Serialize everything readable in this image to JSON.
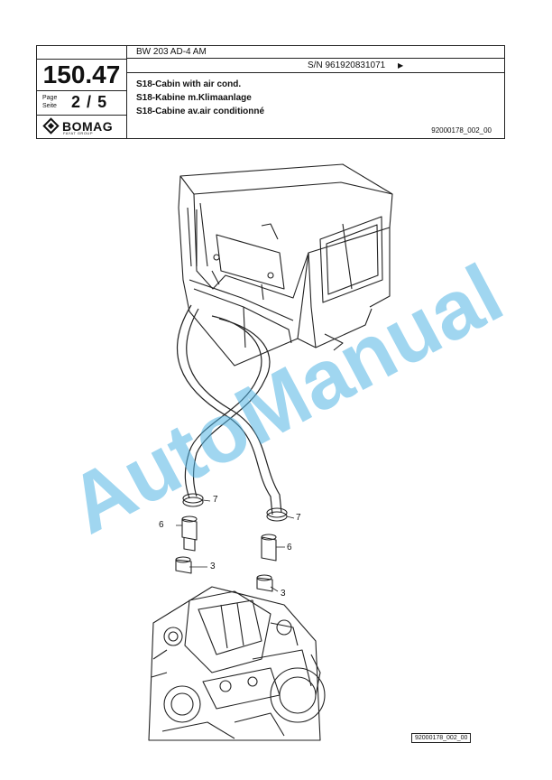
{
  "header": {
    "section_number": "150.47",
    "page_label_en": "Page",
    "page_label_de": "Seite",
    "page_current": "2",
    "page_sep": "/",
    "page_total": "5",
    "brand": "BOMAG",
    "brand_sub": "FAYAT GROUP",
    "model": "BW 203 AD-4 AM",
    "serial": "S/N 961920831071",
    "serial_arrow": "▶",
    "title_en": "S18-Cabin with air cond.",
    "title_de": "S18-Kabine m.Klimaanlage",
    "title_fr": "S18-Cabine av.air conditionné",
    "doc_ref": "92000178_002_00"
  },
  "drawing": {
    "callouts": [
      "7",
      "6",
      "3",
      "7",
      "6",
      "3"
    ],
    "footer_ref": "92000178_002_00"
  },
  "watermark": {
    "text": "AutoManual",
    "color": "#52b4e4"
  }
}
